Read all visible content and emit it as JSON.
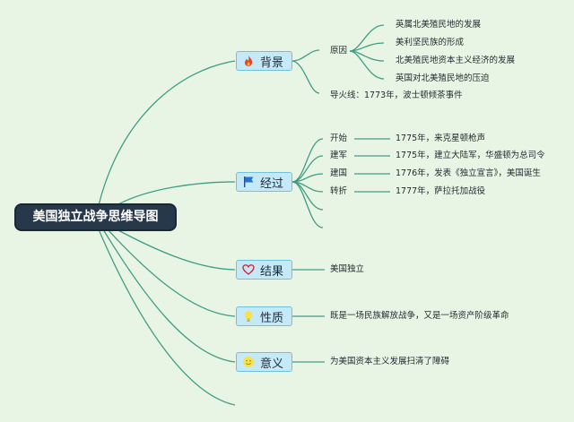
{
  "root": {
    "title": "美国独立战争思维导图"
  },
  "branches": {
    "background": {
      "label": "背景",
      "icon": "fire-icon",
      "cause_label": "原因",
      "causes": [
        "英属北美殖民地的发展",
        "美利坚民族的形成",
        "北美殖民地资本主义经济的发展",
        "英国对北美殖民地的压迫"
      ],
      "fuse": "导火线：1773年，波士顿倾茶事件"
    },
    "process": {
      "label": "经过",
      "icon": "flag-icon",
      "events": [
        {
          "stage": "开始",
          "detail": "1775年，来克星顿枪声"
        },
        {
          "stage": "建军",
          "detail": "1775年，建立大陆军，华盛顿为总司令"
        },
        {
          "stage": "建国",
          "detail": "1776年，发表《独立宣言》，美国诞生"
        },
        {
          "stage": "转折",
          "detail": "1777年，萨拉托加战役"
        }
      ]
    },
    "result": {
      "label": "结果",
      "icon": "heart-icon",
      "text": "美国独立"
    },
    "nature": {
      "label": "性质",
      "icon": "lightbulb-icon",
      "text": "既是一场民族解放战争，又是一场资产阶级革命"
    },
    "significance": {
      "label": "意义",
      "icon": "smiley-icon",
      "text": "为美国资本主义发展扫清了障碍"
    }
  },
  "colors": {
    "background": "#e9f5e4",
    "line": "#3f9d86",
    "root_fill": "#27384a",
    "branch_fill": "#c6e9f7",
    "branch_border": "#6ec2df"
  }
}
